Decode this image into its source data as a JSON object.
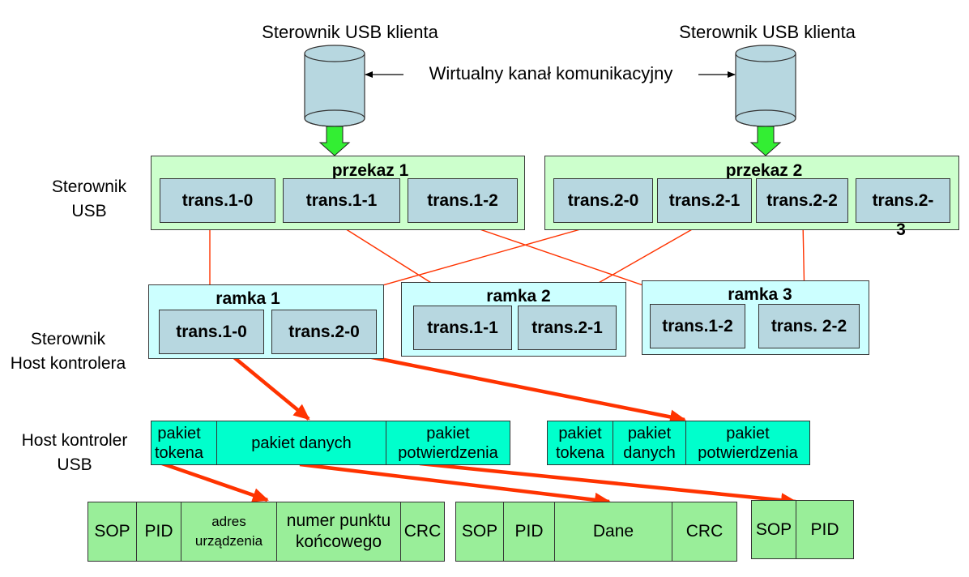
{
  "clients": {
    "left_title": "Sterownik USB klienta",
    "right_title": "Sterownik USB klienta",
    "channel_label": "Wirtualny kanał komunikacyjny"
  },
  "side_labels": {
    "usb_driver_1": "Sterownik",
    "usb_driver_2": "USB",
    "host_driver_1": "Sterownik",
    "host_driver_2": "Host kontrolera",
    "host_ctrl_1": "Host kontroler",
    "host_ctrl_2": "USB"
  },
  "transfers": [
    {
      "title": "przekaz 1",
      "items": [
        "trans.1-0",
        "trans.1-1",
        "trans.1-2"
      ]
    },
    {
      "title": "przekaz 2",
      "items": [
        "trans.2-0",
        "trans.2-1",
        "trans.2-2",
        "trans.2-",
        "3"
      ]
    }
  ],
  "frames": [
    {
      "title": "ramka 1",
      "items": [
        "trans.1-0",
        "trans.2-0"
      ]
    },
    {
      "title": "ramka 2",
      "items": [
        "trans.1-1",
        "trans.2-1"
      ]
    },
    {
      "title": "ramka 3",
      "items": [
        "trans.1-2",
        "trans. 2-2"
      ]
    }
  ],
  "packets_left": {
    "token_1": "pakiet",
    "token_2": "tokena",
    "data": "pakiet danych",
    "ack_1": "pakiet",
    "ack_2": "potwierdzenia"
  },
  "packets_right": {
    "token_1": "pakiet",
    "token_2": "tokena",
    "data_1": "pakiet",
    "data_2": "danych",
    "ack_1": "pakiet",
    "ack_2": "potwierdzenia"
  },
  "fields_token": {
    "sop": "SOP",
    "pid": "PID",
    "addr_1": "adres",
    "addr_2": "urządzenia",
    "endpoint_1": "numer punktu",
    "endpoint_2": "końcowego",
    "crc": "CRC"
  },
  "fields_data": {
    "sop": "SOP",
    "pid": "PID",
    "data": "Dane",
    "crc": "CRC"
  },
  "fields_ack": {
    "sop": "SOP",
    "pid": "PID"
  },
  "colors": {
    "green_panel": "#ccffcc",
    "cyan_panel": "#ccffff",
    "trans_box": "#b7d7e0",
    "packet": "#00ffcc",
    "field": "#99ee99",
    "arrow_red": "#ff3300",
    "down_arrow": "#33ee33"
  }
}
